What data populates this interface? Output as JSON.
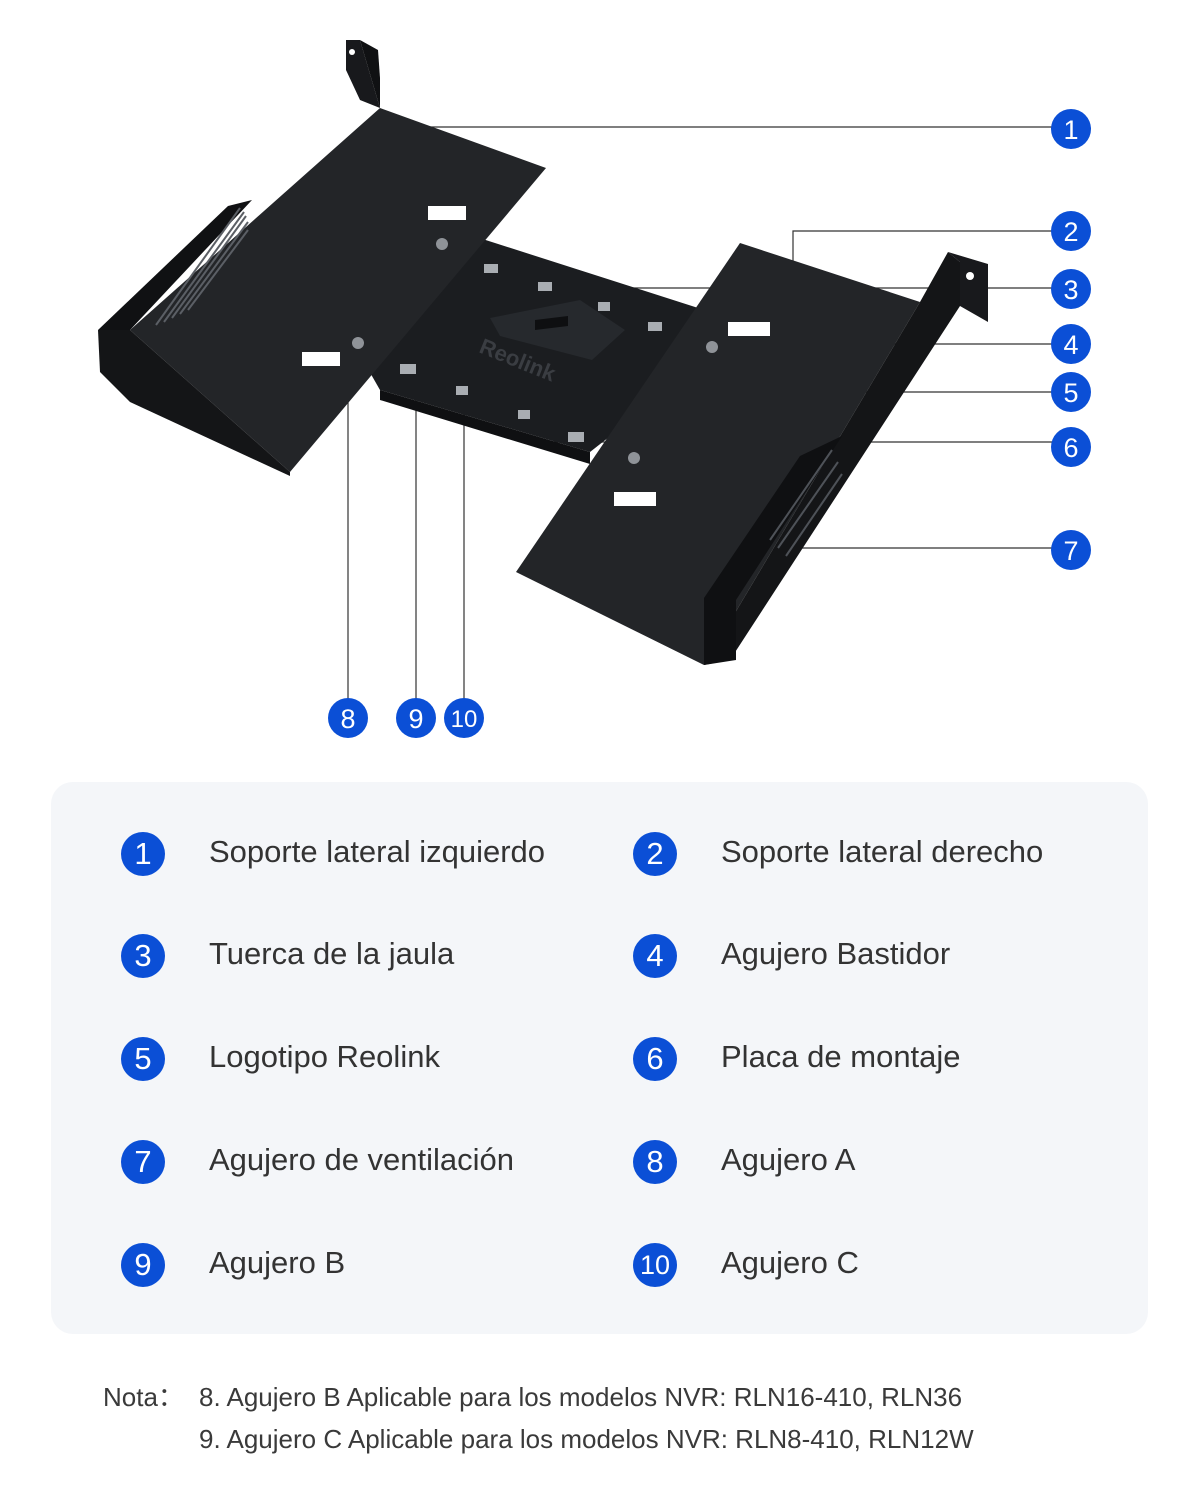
{
  "colors": {
    "accent": "#0b4fd6",
    "panel_bg": "#f4f6f9",
    "text": "#333333",
    "metal": "#1f2124"
  },
  "diagram": {
    "logo_text": "Reolink",
    "callouts": [
      "1",
      "2",
      "3",
      "4",
      "5",
      "6",
      "7",
      "8",
      "9",
      "10"
    ]
  },
  "legend": [
    {
      "num": "1",
      "label": "Soporte lateral izquierdo"
    },
    {
      "num": "2",
      "label": "Soporte lateral derecho"
    },
    {
      "num": "3",
      "label": "Tuerca de la jaula"
    },
    {
      "num": "4",
      "label": "Agujero Bastidor"
    },
    {
      "num": "5",
      "label": "Logotipo Reolink"
    },
    {
      "num": "6",
      "label": "Placa de montaje"
    },
    {
      "num": "7",
      "label": "Agujero de ventilación"
    },
    {
      "num": "8",
      "label": "Agujero A"
    },
    {
      "num": "9",
      "label": "Agujero B"
    },
    {
      "num": "10",
      "label": "Agujero C"
    }
  ],
  "note": {
    "prefix": "Nota：",
    "lines": [
      "8. Agujero B Aplicable para los modelos NVR: RLN16-410, RLN36",
      "9. Agujero C Aplicable para los modelos NVR: RLN8-410, RLN12W"
    ]
  }
}
